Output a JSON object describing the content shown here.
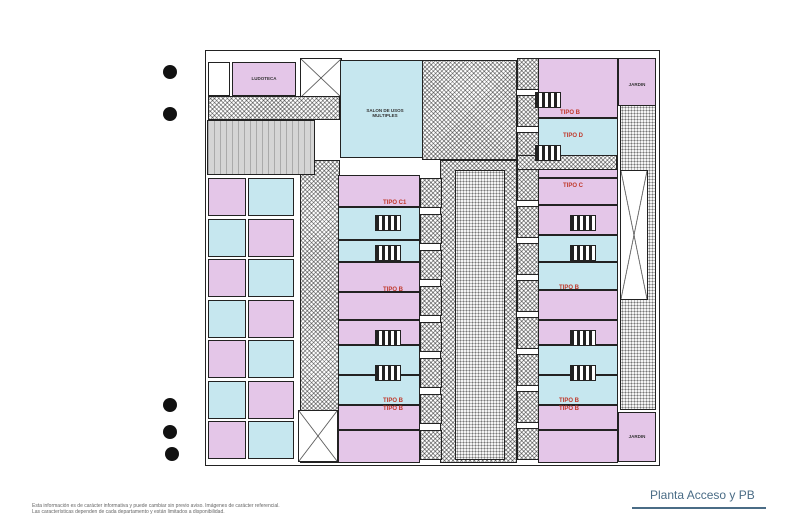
{
  "plan": {
    "rooms": {
      "ludoteca": "LUDOTECA",
      "sum": "SALON DE USOS MULTIPLES",
      "jardin_top": "JARDIN",
      "jardin_bottom": "JARDIN"
    },
    "unit_types_left": [
      "TIPO C1",
      "TIPO B",
      "TIPO B",
      "TIPO B"
    ],
    "unit_types_right": [
      "TIPO B",
      "TIPO D",
      "TIPO C",
      "TIPO B",
      "TIPO B",
      "TIPO B"
    ]
  },
  "footer": {
    "disclaimer_line1": "Esta información es de carácter informativa y puede cambiar sin previo aviso. Imágenes de carácter referencial.",
    "disclaimer_line2": "Las características dependen de cada departamento y están limitados a disponibilidad."
  },
  "title": "Planta Acceso y PB",
  "colors": {
    "pink": "#e4c6e8",
    "blue": "#c6e7ef",
    "title": "#4a6c86"
  }
}
